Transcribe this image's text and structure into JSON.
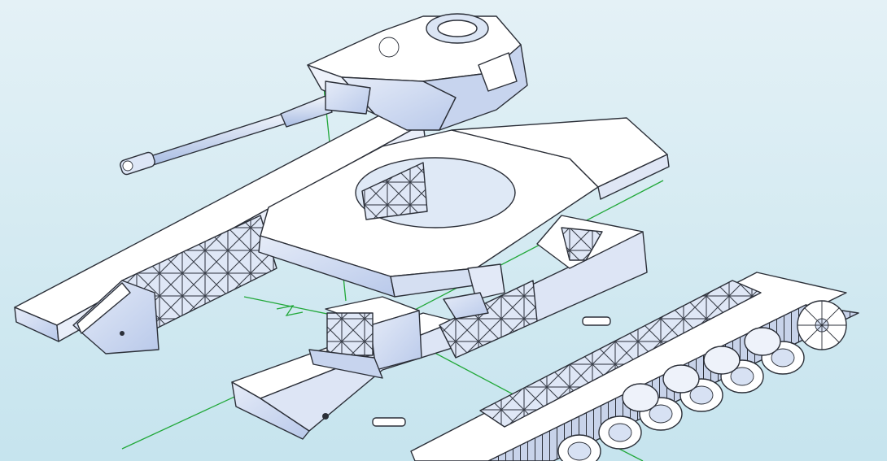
{
  "viewport": {
    "background_top": "#e4f1f6",
    "background_bottom": "#c9e6ef",
    "part_face": "#ffffff",
    "part_shade": "#d4dff1",
    "part_dark": "#aebfe2",
    "edge_color": "#2b2f38",
    "axis_color": "#22a83a"
  },
  "parts": [
    {
      "name": "turret",
      "icon": "turret-part"
    },
    {
      "name": "gun-barrel",
      "icon": "gun-barrel-part"
    },
    {
      "name": "upper-hull",
      "icon": "upper-hull-part"
    },
    {
      "name": "left-fender",
      "icon": "fender-part"
    },
    {
      "name": "lower-hull",
      "icon": "lower-hull-part"
    },
    {
      "name": "engine",
      "icon": "engine-part"
    },
    {
      "name": "driver-seat",
      "icon": "seat-part"
    },
    {
      "name": "right-track",
      "icon": "track-part"
    }
  ]
}
